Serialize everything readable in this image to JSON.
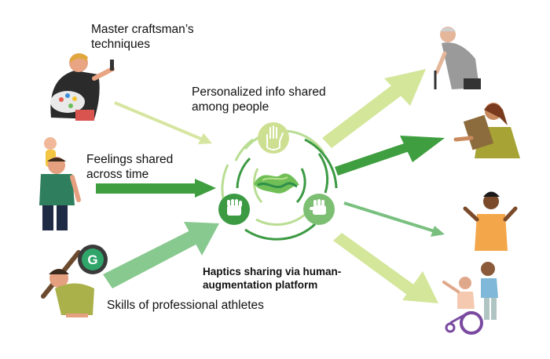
{
  "labels": {
    "craftsman": "Master craftsman’s\ntechniques",
    "personalized": "Personalized info shared\namong people",
    "feelings": "Feelings shared\nacross time",
    "athletes": "Skills of professional athletes",
    "platform": "Haptics sharing via human-\naugmentation platform"
  },
  "center_letter": "G",
  "colors": {
    "light_green": "#d6e6a0",
    "mid_green": "#79c07f",
    "dark_green": "#3f9e3f",
    "yellow_green": "#c9df86",
    "ring_light": "#b9dd93",
    "ring_dark": "#3c9a43"
  },
  "icons": [
    "open-hand-icon",
    "fist-icon",
    "raised-fist-icon",
    "athlete-logo-g-icon"
  ]
}
